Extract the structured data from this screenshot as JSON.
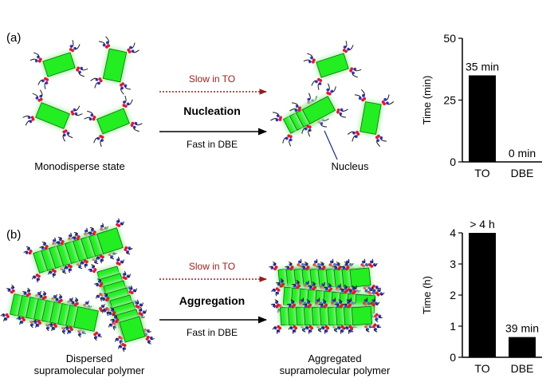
{
  "colors": {
    "block_fill": "#22ee22",
    "block_glow": "#aaf5aa",
    "block_stroke": "#116611",
    "chain": "#1a1a1a",
    "bead_red": "#e0192e",
    "bead_blue": "#3a3ad6",
    "slow_arrow": "#9b1b1b",
    "bar": "#000000",
    "pointer_line": "#1c2a7a"
  },
  "panel_a": {
    "label": "(a)",
    "left_caption": "Monodisperse state",
    "right_caption": "Nucleus",
    "arrow_top": "Slow in TO",
    "arrow_middle": "Nucleation",
    "arrow_bottom": "Fast in DBE"
  },
  "panel_b": {
    "label": "(b)",
    "left_caption_line1": "Dispersed",
    "left_caption_line2": "supramolecular polymer",
    "right_caption_line1": "Aggregated",
    "right_caption_line2": "supramolecular polymer",
    "arrow_top": "Slow in TO",
    "arrow_middle": "Aggregation",
    "arrow_bottom": "Fast in DBE"
  },
  "chart_data": [
    {
      "type": "bar",
      "categories": [
        "TO",
        "DBE"
      ],
      "values": [
        35,
        0
      ],
      "data_labels": [
        "35 min",
        "0 min"
      ],
      "ylabel": "Time (min)",
      "ylim": [
        0,
        50
      ],
      "yticks": [
        "0",
        "25",
        "50"
      ]
    },
    {
      "type": "bar",
      "categories": [
        "TO",
        "DBE"
      ],
      "values": [
        4,
        0.65
      ],
      "data_labels": [
        "> 4 h",
        "39 min"
      ],
      "ylabel": "Time (h)",
      "ylim": [
        0,
        4
      ],
      "yticks": [
        "0",
        "1",
        "2",
        "3",
        "4"
      ]
    }
  ]
}
